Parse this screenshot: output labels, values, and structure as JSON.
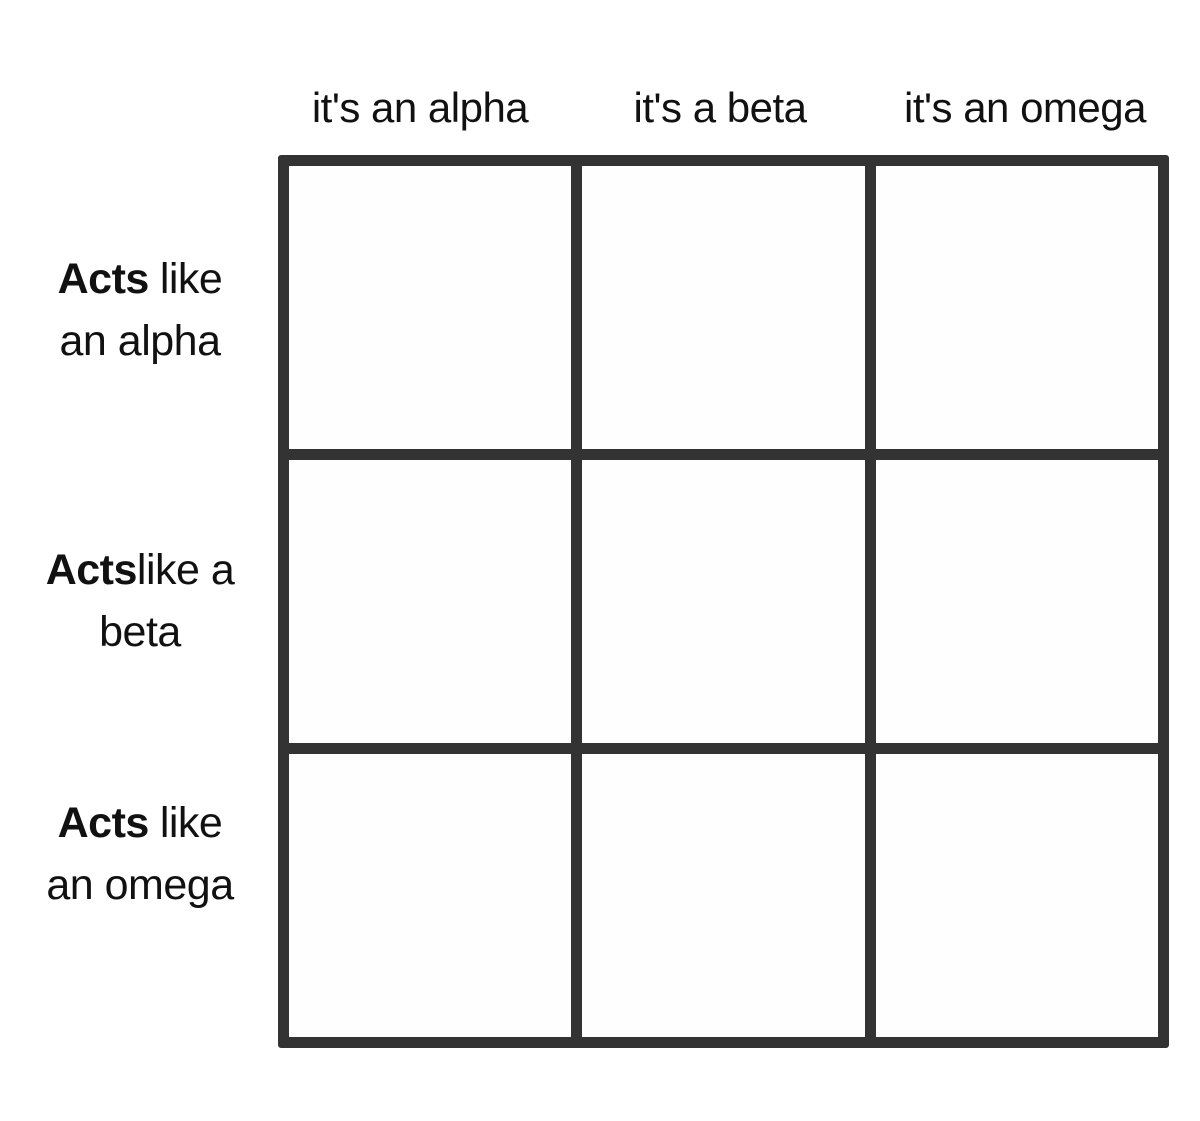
{
  "columns": [
    "it's an alpha",
    "it's a beta",
    "it's an omega"
  ],
  "rows": [
    {
      "bold": "Acts",
      "line1": "like",
      "line2": "an alpha"
    },
    {
      "bold": "Acts",
      "line1": "like a",
      "line2": "beta"
    },
    {
      "bold": "Acts",
      "line1": "like",
      "line2": "an omega"
    }
  ],
  "grid_color": "#333333"
}
